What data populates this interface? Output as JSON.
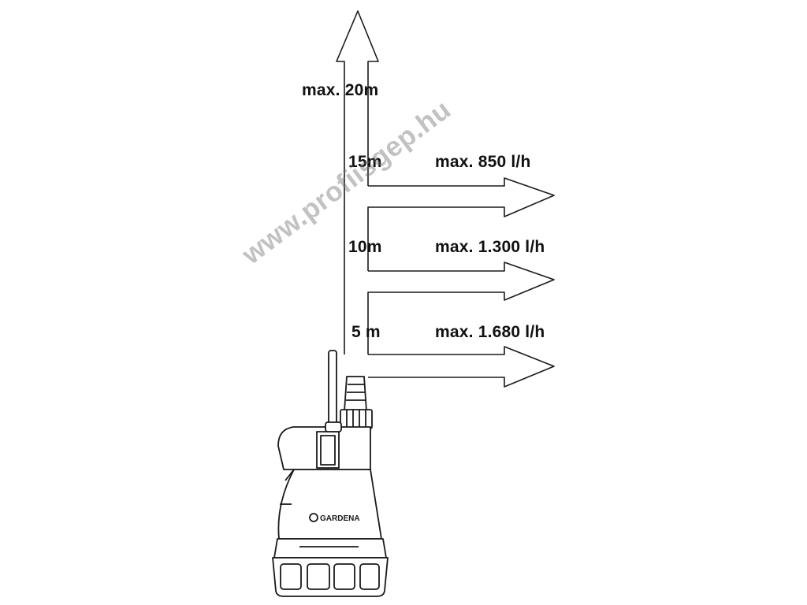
{
  "labels": {
    "max_height": "max. 20m",
    "h15": "15m",
    "h10": "10m",
    "h5": "5 m",
    "flow_850": "max. 850 l/h",
    "flow_1300": "max. 1.300 l/h",
    "flow_1680": "max. 1.680 l/h"
  },
  "pump": {
    "brand": "GARDENA"
  },
  "watermark": "www.profiisgep.hu",
  "colors": {
    "line": "#1a1a1a",
    "watermark": "#8a8a8a"
  }
}
